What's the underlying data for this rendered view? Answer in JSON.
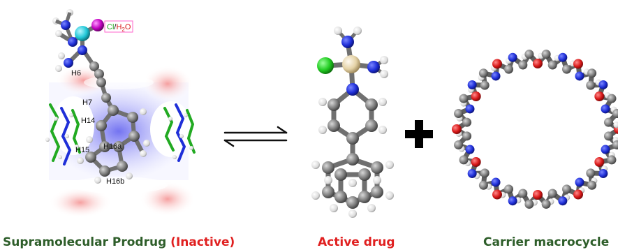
{
  "colors": {
    "caption_green": "#2e5e2a",
    "caption_red": "#e02020",
    "carbon": "#8a8a8a",
    "nitrogen": "#1f2fd8",
    "oxygen": "#d81818",
    "hydrogen": "#e8e8e8",
    "platinum": "#e8d8b0",
    "chloride": "#22cc22",
    "metal_prodrug": "#22c8d8",
    "leaving_group": "#c000c0",
    "surface_blue": "#8888f0",
    "surface_red": "#f5a0a0"
  },
  "left_panel": {
    "leaving_label_cl": "Cl",
    "leaving_label_sep": "/",
    "leaving_label_h2o": "H2O",
    "proton_labels": [
      "H6",
      "H7",
      "H14",
      "H15",
      "H16a",
      "H16b"
    ]
  },
  "equilibrium_icon": "reversible-arrows-icon",
  "plus_icon": "plus-sign-icon",
  "captions": {
    "prodrug": "Supramolecular Prodrug",
    "inactive": "(Inactive)",
    "active": "Active drug",
    "carrier": "Carrier macrocycle"
  }
}
